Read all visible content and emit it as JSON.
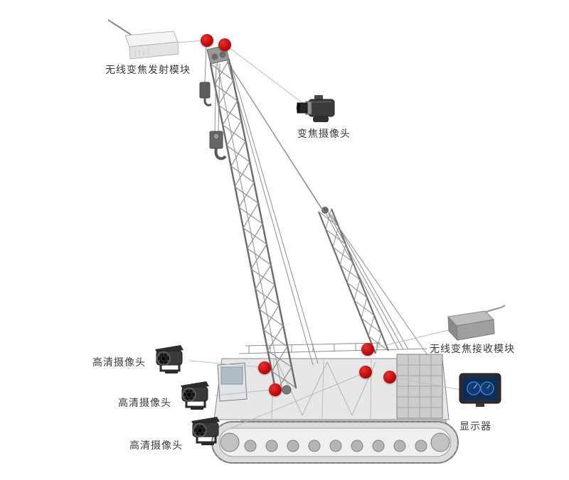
{
  "diagram": {
    "labels": {
      "transmitter": "无线变焦发射模块",
      "zoom_camera": "变焦摄像头",
      "receiver": "无线变焦接收模块",
      "monitor": "显示器",
      "hd_camera_1": "高清摄像头",
      "hd_camera_2": "高清摄像头",
      "hd_camera_3": "高清摄像头"
    },
    "colors": {
      "marker": "#c00000",
      "connector": "#bcbcbc",
      "text": "#3a3a3a"
    }
  }
}
